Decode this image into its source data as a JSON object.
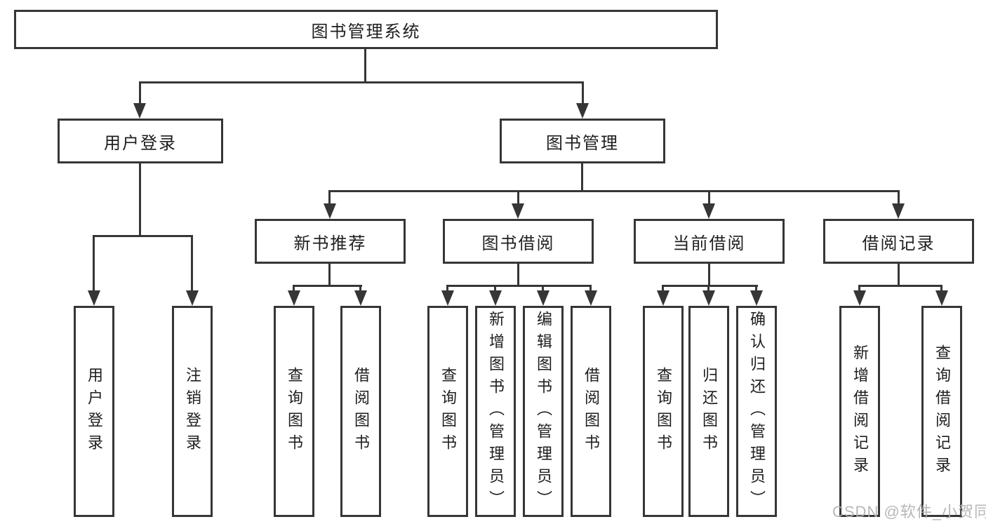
{
  "watermark": "CSDN @软件_小贺同学",
  "colors": {
    "background": "#ffffff",
    "line": "#363636",
    "text": "#1e1e1e",
    "watermark": "#afafaf"
  },
  "tree": {
    "root": {
      "label": "图书管理系统",
      "children": [
        {
          "label": "用户登录",
          "children": [
            {
              "label": "用户登录"
            },
            {
              "label": "注销登录"
            }
          ]
        },
        {
          "label": "图书管理",
          "children": [
            {
              "label": "新书推荐",
              "children": [
                {
                  "label": "查询图书"
                },
                {
                  "label": "借阅图书"
                }
              ]
            },
            {
              "label": "图书借阅",
              "children": [
                {
                  "label": "查询图书"
                },
                {
                  "label": "新增图书（管理员）"
                },
                {
                  "label": "编辑图书（管理员）"
                },
                {
                  "label": "借阅图书"
                }
              ]
            },
            {
              "label": "当前借阅",
              "children": [
                {
                  "label": "查询图书"
                },
                {
                  "label": "归还图书"
                },
                {
                  "label": "确认归还（管理员）"
                }
              ]
            },
            {
              "label": "借阅记录",
              "children": [
                {
                  "label": "新增借阅记录"
                },
                {
                  "label": "查询借阅记录"
                }
              ]
            }
          ]
        }
      ]
    }
  }
}
